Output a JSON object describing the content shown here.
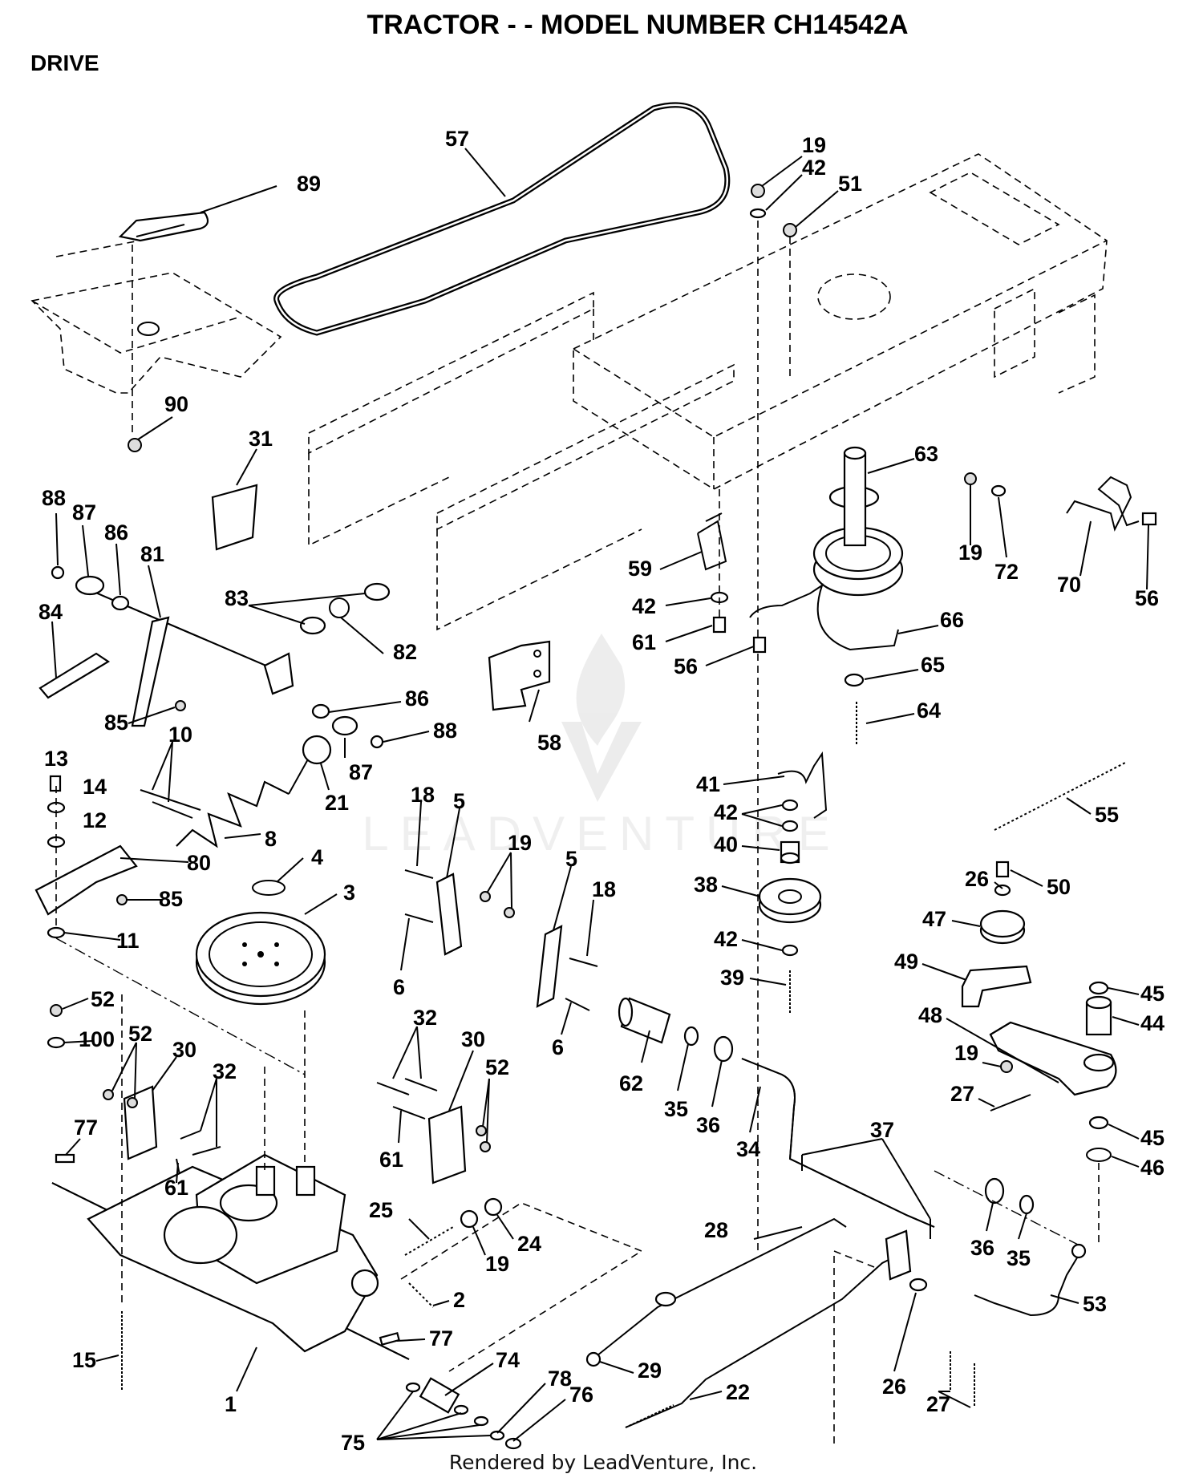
{
  "header": {
    "title": "TRACTOR - - MODEL NUMBER CH14542A",
    "section": "DRIVE"
  },
  "footer": {
    "credit": "Rendered by LeadVenture, Inc."
  },
  "watermark": {
    "text": "LEADVENTURE"
  },
  "callouts": [
    "89",
    "57",
    "19",
    "42",
    "51",
    "90",
    "31",
    "88",
    "87",
    "86",
    "81",
    "84",
    "83",
    "82",
    "85",
    "86",
    "87",
    "88",
    "10",
    "13",
    "14",
    "12",
    "21",
    "8",
    "80",
    "85",
    "4",
    "3",
    "11",
    "52",
    "100",
    "52",
    "30",
    "32",
    "77",
    "61",
    "18",
    "5",
    "19",
    "5",
    "18",
    "6",
    "6",
    "32",
    "30",
    "52",
    "61",
    "58",
    "59",
    "42",
    "61",
    "56",
    "63",
    "19",
    "72",
    "70",
    "56",
    "66",
    "65",
    "64",
    "41",
    "42",
    "40",
    "38",
    "42",
    "39",
    "55",
    "26",
    "50",
    "47",
    "49",
    "45",
    "44",
    "48",
    "19",
    "27",
    "45",
    "46",
    "62",
    "35",
    "36",
    "34",
    "37",
    "28",
    "36",
    "35",
    "53",
    "25",
    "24",
    "19",
    "2",
    "77",
    "15",
    "1",
    "74",
    "78",
    "76",
    "75",
    "29",
    "22",
    "26",
    "27"
  ]
}
